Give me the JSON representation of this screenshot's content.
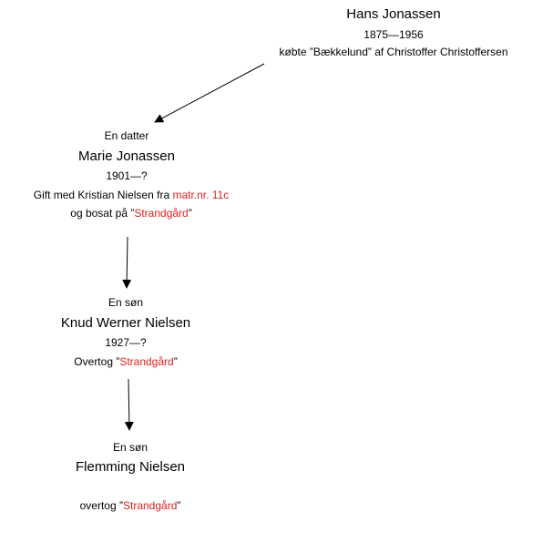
{
  "person1": {
    "name": "Hans Jonassen",
    "years": "1875—1956",
    "note": "købte ”Bækkelund” af Christoffer Christoffersen"
  },
  "person2": {
    "relation": "En datter",
    "name": "Marie Jonassen",
    "years": "1901—?",
    "note_a": "Gift med Kristian Nielsen fra ",
    "note_a_link": "matr.nr. 11c",
    "note_b": "og bosat på ”",
    "note_b_link": "Strandgård",
    "note_b_end": "”"
  },
  "person3": {
    "relation": "En søn",
    "name": "Knud Werner Nielsen",
    "years": "1927—?",
    "note": "Overtog ”",
    "note_link": "Strandgård",
    "note_end": "”"
  },
  "person4": {
    "relation": "En søn",
    "name": "Flemming Nielsen",
    "note": "overtog ”",
    "note_link": "Strandgård",
    "note_end": "”"
  },
  "colors": {
    "link": "#e02020",
    "text": "#000000"
  }
}
